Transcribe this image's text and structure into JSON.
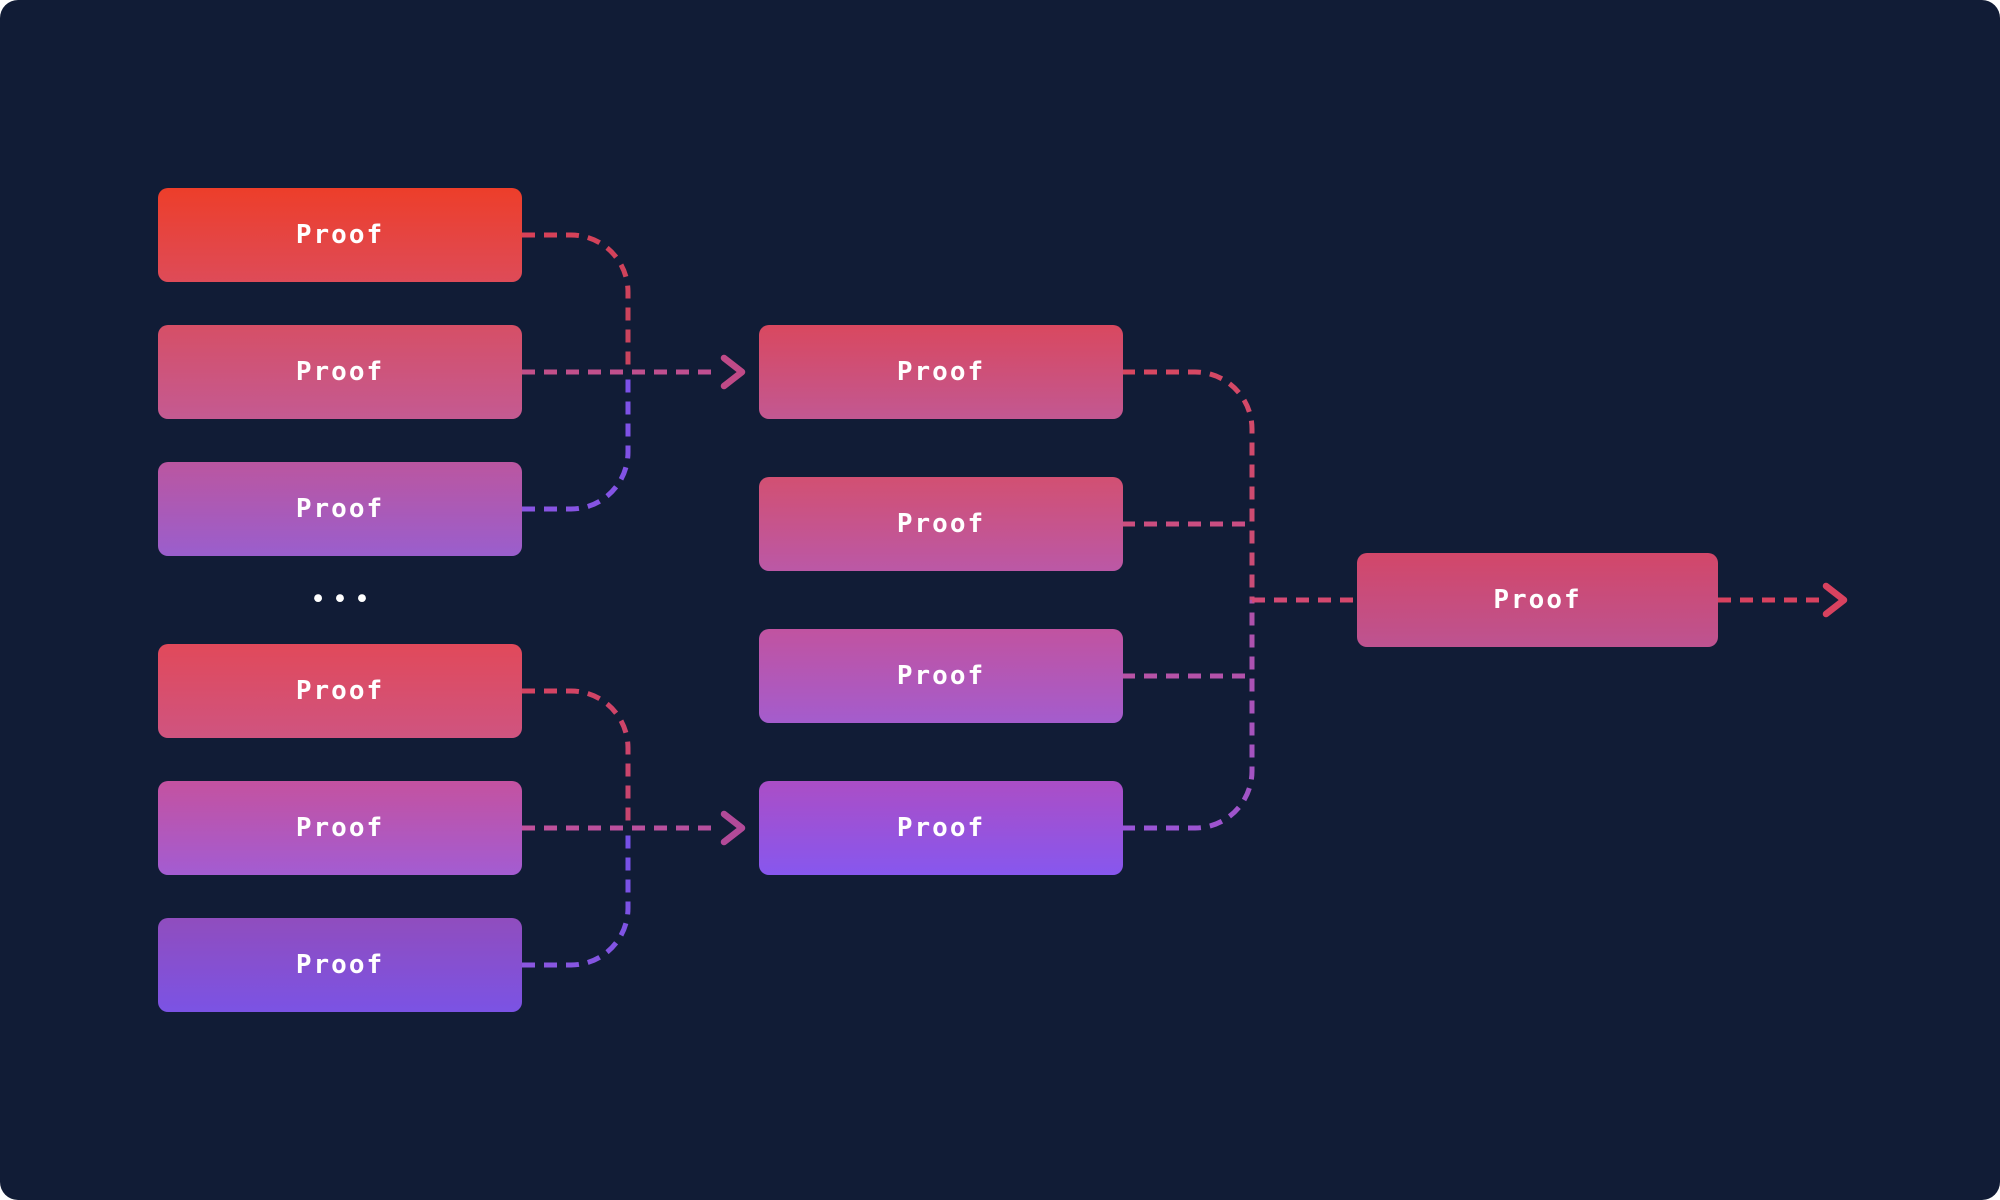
{
  "diagram": {
    "background": "#111c36",
    "ellipsis": "•••"
  },
  "nodes": {
    "l1": {
      "label": "Proof",
      "gradient": {
        "from": "#ed3e2a",
        "to": "#de4b58"
      }
    },
    "l2": {
      "label": "Proof",
      "gradient": {
        "from": "#d64f66",
        "to": "#c45a92"
      }
    },
    "l3": {
      "label": "Proof",
      "gradient": {
        "from": "#bb56a0",
        "to": "#9a5ecd"
      }
    },
    "l4": {
      "label": "Proof",
      "gradient": {
        "from": "#e1495a",
        "to": "#cf5480"
      }
    },
    "l5": {
      "label": "Proof",
      "gradient": {
        "from": "#c452a0",
        "to": "#a35cd2"
      }
    },
    "l6": {
      "label": "Proof",
      "gradient": {
        "from": "#904dbe",
        "to": "#7b53e4"
      }
    },
    "m1": {
      "label": "Proof",
      "gradient": {
        "from": "#d9485f",
        "to": "#c25892"
      }
    },
    "m2": {
      "label": "Proof",
      "gradient": {
        "from": "#d25072",
        "to": "#bb58a6"
      }
    },
    "m3": {
      "label": "Proof",
      "gradient": {
        "from": "#c153a0",
        "to": "#a45ccd"
      }
    },
    "m4": {
      "label": "Proof",
      "gradient": {
        "from": "#ab4ec6",
        "to": "#8757ee"
      }
    },
    "final": {
      "label": "Proof",
      "gradient": {
        "from": "#d24769",
        "to": "#bd5391"
      }
    }
  },
  "connectors": {
    "l1": {
      "from": "#d84158",
      "to": "#c8445e"
    },
    "l2": {
      "from": "#c25089",
      "to": "#bf4f93"
    },
    "l3": {
      "from": "#8a55e2",
      "to": "#7b51e8"
    },
    "l4": {
      "from": "#d64462",
      "to": "#c64570"
    },
    "l5": {
      "from": "#c0519c",
      "to": "#b54f9e"
    },
    "l6": {
      "from": "#8b57e0",
      "to": "#7450e8"
    },
    "m1": {
      "from": "#d84760",
      "to": "#c94d78"
    },
    "m2": {
      "from": "#cc4e7e",
      "to": "#c94e84"
    },
    "m3": {
      "from": "#b853a6",
      "to": "#b252ab"
    },
    "m4": {
      "from": "#9955d8",
      "to": "#b151a8"
    },
    "out": {
      "from": "#d24a77",
      "to": "#d6486b"
    },
    "chevron_into_m1": "#bf4a87",
    "chevron_into_m4": "#b24a98",
    "exit_line": "#d8425f",
    "chevron_exit": "#d8425f"
  }
}
